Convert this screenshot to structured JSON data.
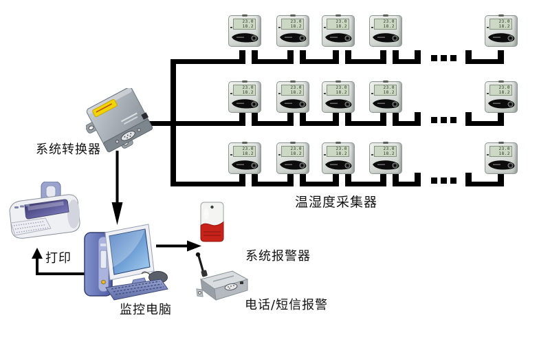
{
  "diagram": {
    "wire_color": "#000000",
    "devices": {
      "converter": {
        "label": "系统转换器"
      },
      "collectors": {
        "label": "温湿度采集器",
        "rows": 3,
        "visible_per_row": 5,
        "lcd_line1": "23.0",
        "lcd_line2": "18.2"
      },
      "printer": {
        "label": "打印"
      },
      "computer": {
        "label": "监控电脑"
      },
      "siren": {
        "label": "系统报警器"
      },
      "sms_modem": {
        "label": "电话/短信报警"
      }
    },
    "colors": {
      "siren_red": "#c8231a",
      "converter_tag_yellow": "#f2d400",
      "lcd_green": "#ccd7c4",
      "screen_blue": "#2d64b4"
    }
  }
}
